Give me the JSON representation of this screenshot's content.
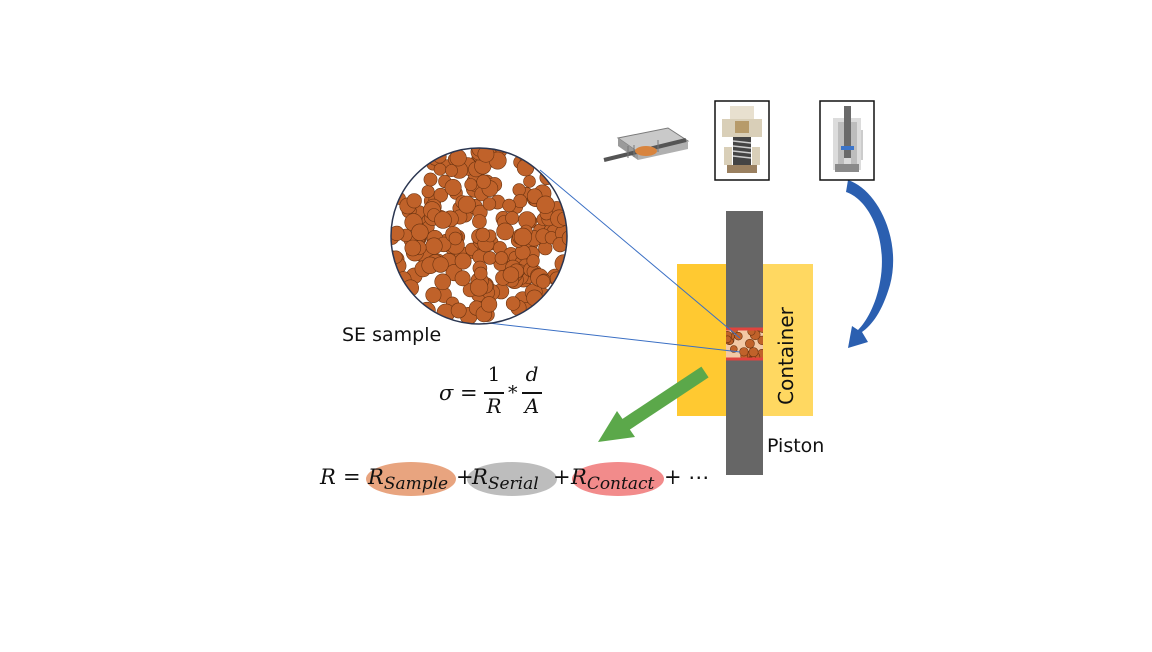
{
  "labels": {
    "se_sample": "SE sample",
    "container": "Container",
    "piston": "Piston"
  },
  "equation_sigma": {
    "lhs": "σ",
    "eq": "=",
    "num1": "1",
    "den1": "R",
    "op": "*",
    "num2": "d",
    "den2": "A"
  },
  "equation_r": {
    "lhs": "R",
    "eq": "=",
    "term1_base": "R",
    "term1_sub": "Sample",
    "plus1": "+",
    "term2_base": "R",
    "term2_sub": "Serial",
    "plus2": "+",
    "term3_base": "R",
    "term3_sub": "Contact",
    "tail": "+ ⋯"
  },
  "colors": {
    "container": "#FFC931",
    "container_light": "#FFD861",
    "piston": "#666666",
    "particle": "#C0622A",
    "sample_band": "#E0443E",
    "arrow_green": "#5BA84A",
    "arrow_blue": "#2B5FB0",
    "ell_sample": "#E8A47F",
    "ell_serial": "#BDBDBD",
    "ell_contact": "#F28B8B"
  },
  "icons": [
    "cell-device-icon",
    "press-cell-icon",
    "press-cell-cutaway-icon"
  ]
}
